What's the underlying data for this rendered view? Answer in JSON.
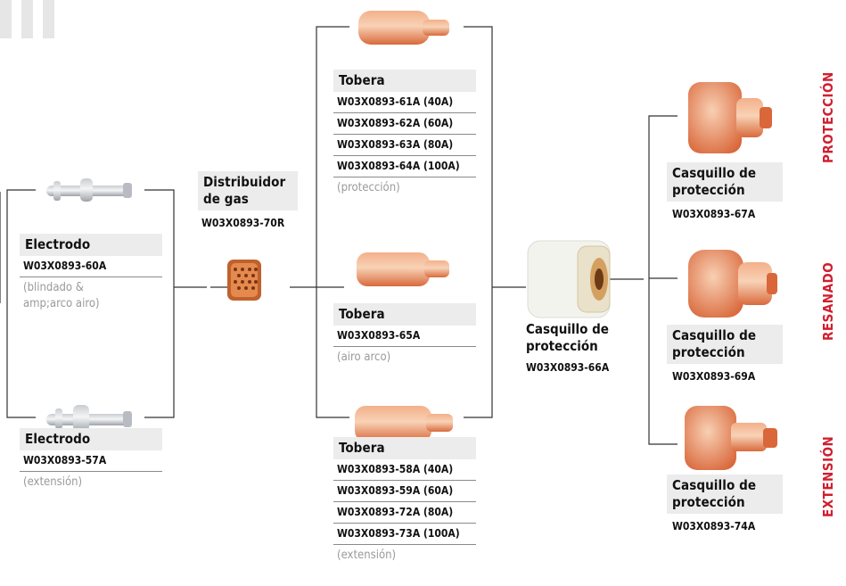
{
  "electrodes": [
    {
      "title": "Electrodo",
      "codes": [
        "W03X0893-60A"
      ],
      "note": "(blindado & amp;arco airo)"
    },
    {
      "title": "Electrodo",
      "codes": [
        "W03X0893-57A"
      ],
      "note": "(extensión)"
    }
  ],
  "distributor": {
    "title": "Distribuidor de gas",
    "code": "W03X0893-70R"
  },
  "nozzles": [
    {
      "title": "Tobera",
      "codes": [
        "W03X0893-61A (40A)",
        "W03X0893-62A (60A)",
        "W03X0893-63A (80A)",
        "W03X0893-64A (100A)"
      ],
      "note": "(protección)"
    },
    {
      "title": "Tobera",
      "codes": [
        "W03X0893-65A"
      ],
      "note": "(airo arco)"
    },
    {
      "title": "Tobera",
      "codes": [
        "W03X0893-58A (40A)",
        "W03X0893-59A (60A)",
        "W03X0893-72A (80A)",
        "W03X0893-73A (100A)"
      ],
      "note": "(extensión)"
    }
  ],
  "retaining_cap": {
    "title": "Casquillo de protección",
    "code": "W03X0893-66A"
  },
  "shield_caps": [
    {
      "title": "Casquillo de protección",
      "code": "W03X0893-67A"
    },
    {
      "title": "Casquillo de protección",
      "code": "W03X0893-69A"
    },
    {
      "title": "Casquillo de protección",
      "code": "W03X0893-74A"
    }
  ],
  "categories": [
    "PROTECCIÓN",
    "RESANADO",
    "EXTENSIÓN"
  ],
  "colors": {
    "accent": "#d01f2f",
    "copper": "#e07a4e",
    "header_bg": "#ececec"
  }
}
